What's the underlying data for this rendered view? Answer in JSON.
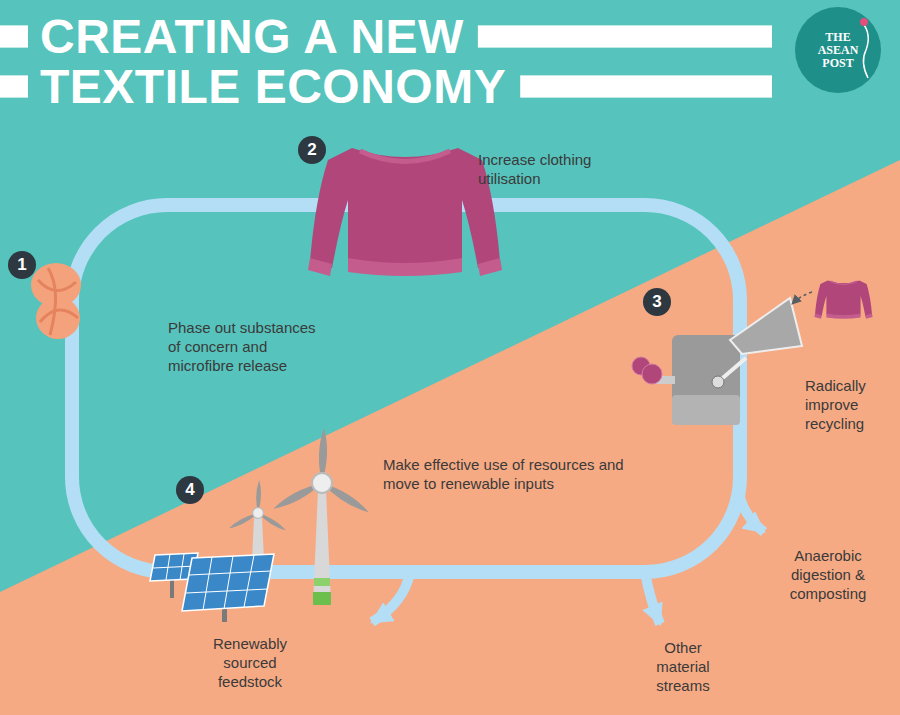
{
  "diagram": {
    "title": "CREATING A NEW TEXTILE ECONOMY",
    "nodes": [
      {
        "text": [
          "1"
        ]
      },
      {
        "text": [
          "2"
        ]
      },
      {
        "text": [
          "3"
        ]
      },
      {
        "text": [
          "4"
        ]
      }
    ],
    "labels": [
      "Increase clothing utilisation",
      "Phase out substances of concern and microfibre release",
      "Radically improve recycling",
      "Make effective use of resources and move to renewable inputs",
      "Renewably sourced feedstock",
      "Other material streams",
      "Anaerobic digestion & composting",
      "THE ASEAN POST"
    ]
  }
}
